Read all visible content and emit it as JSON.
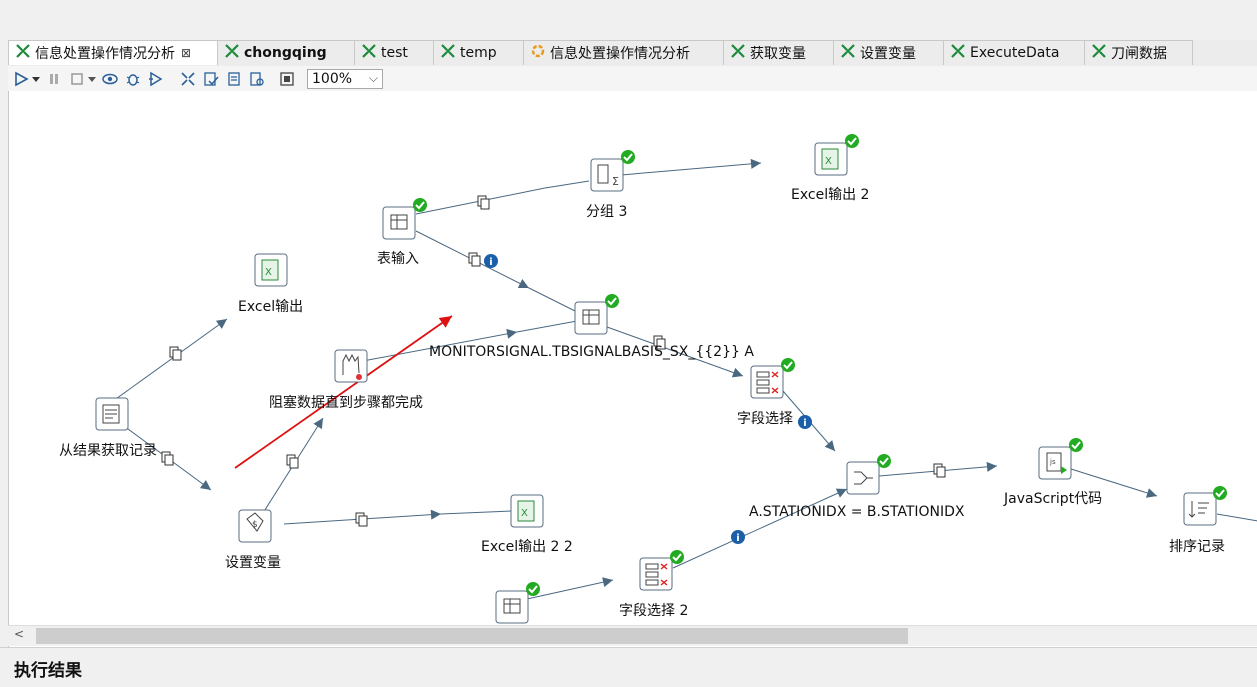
{
  "tabs": [
    {
      "label": "信息处置操作情况分析",
      "icon": "transformation-icon",
      "active": true,
      "close": "⊠"
    },
    {
      "label": "chongqing",
      "icon": "transformation-icon",
      "bold": true
    },
    {
      "label": "test",
      "icon": "transformation-icon"
    },
    {
      "label": "temp",
      "icon": "transformation-icon"
    },
    {
      "label": "信息处置操作情况分析",
      "icon": "job-icon"
    },
    {
      "label": "获取变量",
      "icon": "transformation-icon"
    },
    {
      "label": "设置变量",
      "icon": "transformation-icon"
    },
    {
      "label": "ExecuteData",
      "icon": "transformation-icon"
    },
    {
      "label": "刀闸数据",
      "icon": "transformation-icon"
    }
  ],
  "toolbar": {
    "zoom_value": "100%",
    "buttons": [
      "run-icon",
      "run-dropdown-icon",
      "pause-icon",
      "stop-icon",
      "stop-dropdown-icon",
      "preview-icon",
      "debug-icon",
      "replay-icon",
      "verify-icon",
      "impact-icon",
      "sql-icon",
      "explore-db-icon",
      "show-results-icon"
    ]
  },
  "steps": {
    "table_input": "表输入",
    "group3": "分组 3",
    "excel_out2": "Excel输出 2",
    "excel_out": "Excel输出",
    "db_join": "MONITORSIGNAL.TBSIGNALBASIS_SX_{{2}} A",
    "block": "阻塞数据直到步骤都完成",
    "from_result": "从结果获取记录",
    "field_select": "字段选择",
    "merge_join": "A.STATIONIDX = B.STATIONIDX",
    "javascript": "JavaScript代码",
    "set_var": "设置变量",
    "excel_out22": "Excel输出 2 2",
    "field_select2": "字段选择 2",
    "sort": "排序记录"
  },
  "colors": {
    "hop": "#4a6880",
    "check": "#22aa22",
    "info": "#1a5fa8",
    "arrow": "#dd1111"
  },
  "results_title": "执行结果"
}
